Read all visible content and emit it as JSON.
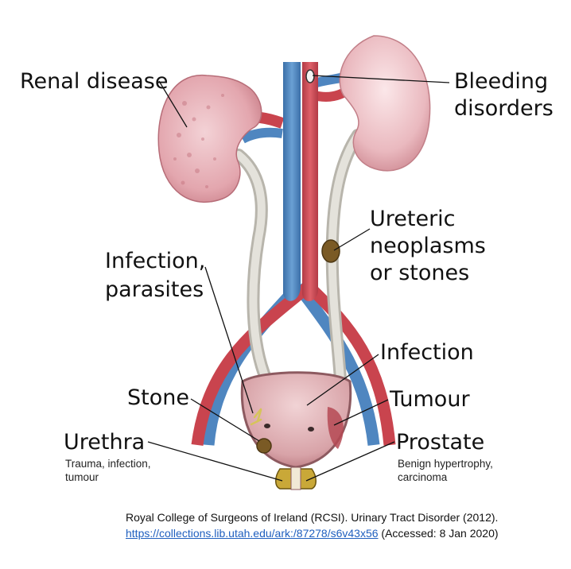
{
  "labels": {
    "renal_disease": "Renal disease",
    "bleeding_disorders": [
      "Bleeding",
      "disorders"
    ],
    "ureteric": [
      "Ureteric",
      "neoplasms",
      "or stones"
    ],
    "infection_parasites": [
      "Infection,",
      "parasites"
    ],
    "infection": "Infection",
    "stone": "Stone",
    "tumour": "Tumour",
    "urethra": "Urethra",
    "urethra_sub": [
      "Trauma, infection,",
      "tumour"
    ],
    "prostate": "Prostate",
    "prostate_sub": [
      "Benign hypertrophy,",
      "carcinoma"
    ]
  },
  "credit": {
    "line1": "Royal College of Surgeons of Ireland (RCSI). Urinary Tract Disorder (2012).",
    "link": "https://collections.lib.utah.edu/ark:/87278/s6v43x56",
    "accessed": " (Accessed: 8 Jan 2020)"
  },
  "colors": {
    "kidney": "#e9b8bf",
    "artery": "#c9444e",
    "vein": "#4f86c0",
    "ureter": "#d8d6cf",
    "bladder": "#d9a9ad",
    "stone": "#7a5a25",
    "prostate": "#c9a838"
  }
}
